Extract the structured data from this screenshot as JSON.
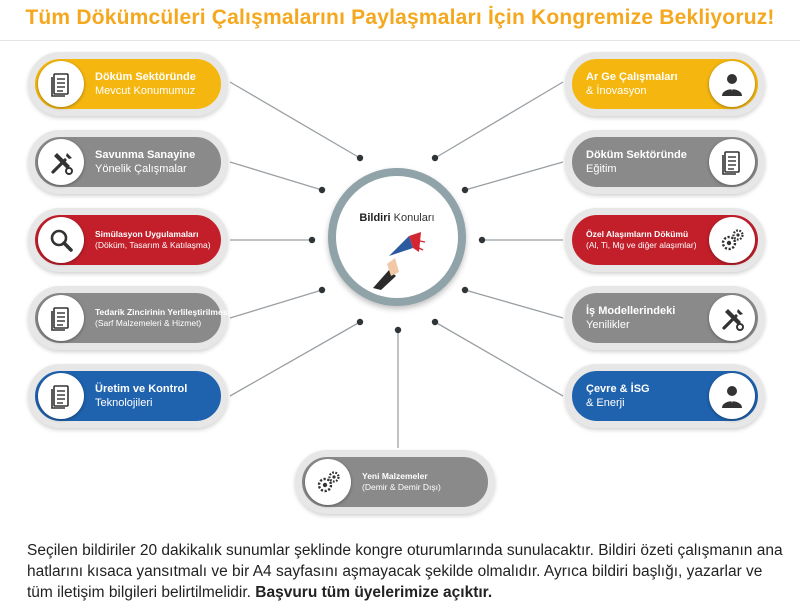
{
  "title": "Tüm Dökümcüleri Çalışmalarını Paylaşmaları İçin Kongremize Bekliyoruz!",
  "center": {
    "title_bold": "Bildiri",
    "title_rest": " Konuları",
    "icon": "megaphone-icon"
  },
  "left_topics": [
    {
      "line1": "Döküm Sektöründe",
      "line2": "Mevcut Konumumuz",
      "color": "#f4b60f",
      "icon": "document-icon"
    },
    {
      "line1": "Savunma Sanayine",
      "line2": "Yönelik Çalışmalar",
      "color": "#8a8a8a",
      "icon": "tools-icon"
    },
    {
      "line1": "Simülasyon Uygulamaları",
      "line2": "(Döküm, Tasarım & Katılaşma)",
      "color": "#c21f2a",
      "icon": "magnifier-icon"
    },
    {
      "line1": "Tedarik Zincirinin Yerlileştirilmesi",
      "line2": "(Sarf Malzemeleri & Hizmet)",
      "color": "#8a8a8a",
      "icon": "document-icon"
    },
    {
      "line1": "Üretim ve Kontrol",
      "line2": "Teknolojileri",
      "color": "#1f62ad",
      "icon": "document-icon"
    }
  ],
  "right_topics": [
    {
      "line1": "Ar Ge Çalışmaları",
      "line2": "& İnovasyon",
      "color": "#f4b60f",
      "icon": "person-icon"
    },
    {
      "line1": "Döküm Sektöründe",
      "line2": "Eğitim",
      "color": "#8a8a8a",
      "icon": "document-icon"
    },
    {
      "line1": "Özel Alaşımların Dökümü",
      "line2": "(Al, Ti, Mg ve diğer alaşımlar)",
      "color": "#c21f2a",
      "icon": "gears-icon"
    },
    {
      "line1": "İş Modellerindeki",
      "line2": "Yenilikler",
      "color": "#8a8a8a",
      "icon": "tools-icon"
    },
    {
      "line1": "Çevre & İSG",
      "line2": "& Enerji",
      "color": "#1f62ad",
      "icon": "person-icon"
    }
  ],
  "bottom_topic": {
    "line1": "Yeni Malzemeler",
    "line2": "(Demir & Demir Dışı)",
    "color": "#8a8a8a",
    "icon": "gears-icon"
  },
  "footer": {
    "text": "Seçilen bildiriler 20 dakikalık sunumlar şeklinde kongre oturumlarında sunulacaktır. Bildiri özeti çalışmanın ana hatlarını kısaca yansıtmalı ve bir A4 sayfasını aşmayacak şekilde olmalıdır. Ayrıca bildiri başlığı, yazarlar ve tüm iletişim bilgileri belirtilmelidir.",
    "bold": "Başvuru tüm üyelerimize açıktır."
  }
}
